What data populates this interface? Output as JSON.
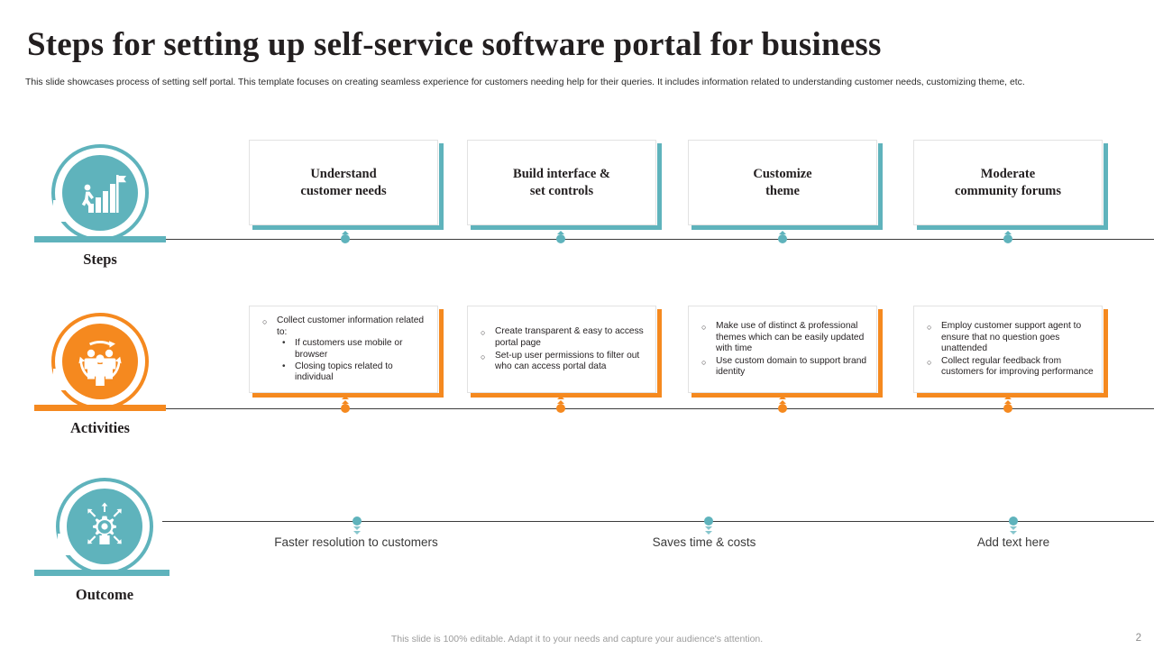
{
  "header": {
    "title": "Steps for setting up self-service software portal for business",
    "subtitle": "This slide showcases process of setting self portal. This template focuses on creating seamless experience for customers needing help for their queries. It includes information related to understanding customer needs, customizing theme, etc."
  },
  "colors": {
    "teal": "#5FB3BC",
    "orange": "#F5891F",
    "line": "#3C3C3C",
    "text": "#231F20",
    "card_border": "#E2E2E2"
  },
  "rows": [
    {
      "key": "steps",
      "label": "Steps",
      "color": "#5FB3BC",
      "icon": "person-climbing-bars-flag-icon"
    },
    {
      "key": "activities",
      "label": "Activities",
      "color": "#F5891F",
      "icon": "people-group-arrows-icon"
    },
    {
      "key": "outcome",
      "label": "Outcome",
      "color": "#5FB3BC",
      "icon": "gear-person-radiating-arrows-icon"
    }
  ],
  "steps": {
    "cards": [
      {
        "title": "Understand\ncustomer needs"
      },
      {
        "title": "Build interface &\nset controls"
      },
      {
        "title": "Customize\ntheme"
      },
      {
        "title": "Moderate\ncommunity forums"
      }
    ]
  },
  "activities": {
    "cards": [
      {
        "bullets": [
          {
            "text": "Collect customer information related to:",
            "sub": [
              "If customers use mobile or browser",
              "Closing topics related to individual"
            ]
          }
        ]
      },
      {
        "bullets": [
          {
            "text": "Create transparent & easy to access portal page",
            "sub": []
          },
          {
            "text": "Set-up user permissions to filter out who can access portal data",
            "sub": []
          }
        ]
      },
      {
        "bullets": [
          {
            "text": "Make use of distinct & professional themes which can be easily updated with time",
            "sub": []
          },
          {
            "text": "Use custom domain to support brand identity",
            "sub": []
          }
        ]
      },
      {
        "bullets": [
          {
            "text": "Employ customer support agent to ensure that no question goes unattended",
            "sub": []
          },
          {
            "text": "Collect regular feedback from customers for improving performance",
            "sub": []
          }
        ]
      }
    ]
  },
  "outcome": {
    "items": [
      "Faster resolution to customers",
      "Saves time & costs",
      "Add text here"
    ]
  },
  "footer": {
    "note": "This slide is 100% editable. Adapt it to your needs and capture your audience's attention.",
    "page": "2"
  }
}
